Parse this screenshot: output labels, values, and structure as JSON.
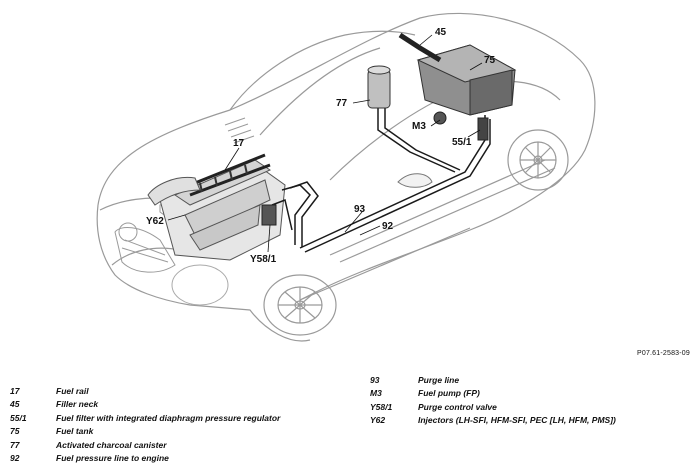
{
  "figure": {
    "reference": "P07.61-2583-09",
    "callouts": {
      "c45": "45",
      "c75": "75",
      "c77": "77",
      "cM3": "M3",
      "c551": "55/1",
      "c17": "17",
      "cY62": "Y62",
      "c93": "93",
      "c92": "92",
      "cY581": "Y58/1"
    }
  },
  "legend_left": [
    {
      "code": "17",
      "desc": "Fuel rail"
    },
    {
      "code": "45",
      "desc": "Filler neck"
    },
    {
      "code": "55/1",
      "desc": "Fuel filter with integrated diaphragm pressure regulator"
    },
    {
      "code": "75",
      "desc": "Fuel tank"
    },
    {
      "code": "77",
      "desc": "Activated charcoal canister"
    },
    {
      "code": "92",
      "desc": "Fuel pressure line to engine"
    }
  ],
  "legend_right": [
    {
      "code": "93",
      "desc": "Purge line"
    },
    {
      "code": "M3",
      "desc": "Fuel pump (FP)"
    },
    {
      "code": "Y58/1",
      "desc": "Purge control valve"
    },
    {
      "code": "Y62",
      "desc": "Injectors (LH-SFI, HFM-SFI, PEC [LH, HFM, PMS])"
    }
  ]
}
